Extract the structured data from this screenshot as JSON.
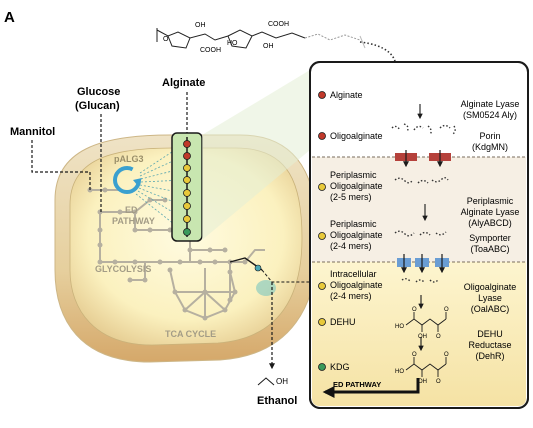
{
  "panel_label": "A",
  "left": {
    "mannitol": "Mannitol",
    "glucose_line1": "Glucose",
    "glucose_line2": "(Glucan)",
    "alginate": "Alginate",
    "plasmid": "pALG3",
    "ed_line1": "ED",
    "ed_line2": "PATHWAY",
    "glycolysis": "GLYCOLYSIS",
    "tca": "TCA CYCLE",
    "ethanol_formula": "OH",
    "ethanol": "Ethanol"
  },
  "polymer": {
    "oh1": "OH",
    "cooh1": "COOH",
    "oh2": "OH",
    "cooh2": "COOH",
    "o_left": "O",
    "ho": "HO"
  },
  "right": {
    "steps": [
      {
        "name": "Alginate",
        "color": "#c0392b"
      },
      {
        "name": "Oligoalginate",
        "color": "#c0392b"
      },
      {
        "name_l1": "Periplasmic",
        "name_l2": "Oligoalginate",
        "name_l3": "(2-5 mers)",
        "color": "#e8c93a"
      },
      {
        "name_l1": "Periplasmic",
        "name_l2": "Oligoalginate",
        "name_l3": "(2-4 mers)",
        "color": "#e8c93a"
      },
      {
        "name_l1": "Intracellular",
        "name_l2": "Oligoalginate",
        "name_l3": "(2-4 mers)",
        "color": "#e8c93a"
      },
      {
        "name": "DEHU",
        "color": "#e8c93a"
      },
      {
        "name": "KDG",
        "color": "#3a9a5b"
      }
    ],
    "enzymes": {
      "lyase_l1": "Alginate Lyase",
      "lyase_l2": "(SM0524 Aly)",
      "porin_l1": "Porin",
      "porin_l2": "(KdgMN)",
      "peri_l1": "Periplasmic",
      "peri_l2": "Alginate Lyase",
      "peri_l3": "(AlyABCD)",
      "symp_l1": "Symporter",
      "symp_l2": "(ToaABC)",
      "oal_l1": "Oligoalginate",
      "oal_l2": "Lyase",
      "oal_l3": "(OalABC)",
      "dehr_l1": "DEHU",
      "dehr_l2": "Reductase",
      "dehr_l3": "(DehR)"
    },
    "ed_pathway": "ED PATHWAY",
    "struct_atoms": {
      "dehu_ho": "HO",
      "dehu_o1": "O",
      "dehu_oh": "OH",
      "dehu_o2": "O",
      "dehu_o3": "O",
      "kdg_ho": "HO",
      "kdg_o1": "O",
      "kdg_oh": "OH",
      "kdg_o2": "O",
      "kdg_o3": "O"
    }
  },
  "colors": {
    "cell_outer": "#e9d7b0",
    "cell_inner": "#fdf6c7",
    "panel_top": "#ffffff",
    "panel_peri": "#f6efe4",
    "panel_cyto": "#faf0c4",
    "plasmid_box": "#c8e6b0",
    "red_node": "#c0392b",
    "yellow_node": "#e8c93a",
    "green_node": "#3a9a5b",
    "porin": "#b5413b",
    "symporter": "#6a9dd3"
  }
}
